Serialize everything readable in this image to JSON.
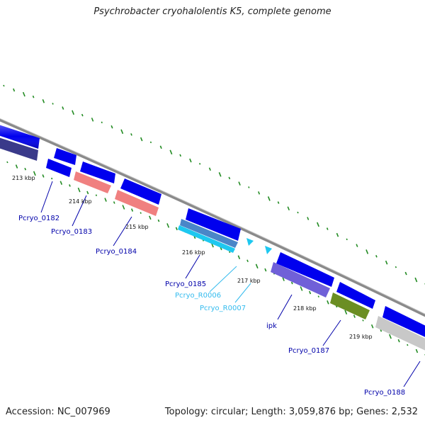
{
  "title": "Psychrobacter cryohalolentis K5, complete genome",
  "accession": "Accession: NC_007969",
  "summary": "Topology: circular; Length: 3,059,876 bp; Genes: 2,532",
  "colors": {
    "backbone": "#888888",
    "gc_marks": "#228b22",
    "gene_blue": "#0000ee",
    "dark_purple": "#3a3a8a",
    "salmon": "#f08080",
    "steel_blue": "#4a86c8",
    "cyan": "#1ec8f0",
    "violet": "#7060d8",
    "olive": "#6b8e23",
    "silver": "#c8c8c8",
    "label_blue": "#0000aa",
    "label_cyan": "#33bbee"
  },
  "ticks": [
    {
      "label": "213 kbp"
    },
    {
      "label": "214 kbp"
    },
    {
      "label": "215 kbp"
    },
    {
      "label": "216 kbp"
    },
    {
      "label": "217 kbp"
    },
    {
      "label": "218 kbp"
    },
    {
      "label": "219 kbp"
    }
  ],
  "genes": [
    {
      "label": "",
      "color": "gene_blue"
    },
    {
      "label": "",
      "color": "dark_purple"
    },
    {
      "label": "",
      "color": "gene_blue"
    },
    {
      "label": "Pcryo_0182",
      "color": "gene_blue"
    },
    {
      "label": "",
      "color": "gene_blue"
    },
    {
      "label": "Pcryo_0183",
      "color": "salmon"
    },
    {
      "label": "",
      "color": "gene_blue"
    },
    {
      "label": "Pcryo_0184",
      "color": "salmon"
    },
    {
      "label": "",
      "color": "gene_blue"
    },
    {
      "label": "Pcryo_0185",
      "color": "steel_blue"
    },
    {
      "label": "Pcryo_R0006",
      "color": "cyan"
    },
    {
      "label": "Pcryo_R0007",
      "color": "cyan"
    },
    {
      "label": "",
      "color": "gene_blue"
    },
    {
      "label": "ipk",
      "color": "violet"
    },
    {
      "label": "",
      "color": "gene_blue"
    },
    {
      "label": "Pcryo_0187",
      "color": "olive"
    },
    {
      "label": "",
      "color": "gene_blue"
    },
    {
      "label": "Pcryo_0188",
      "color": "silver"
    }
  ]
}
